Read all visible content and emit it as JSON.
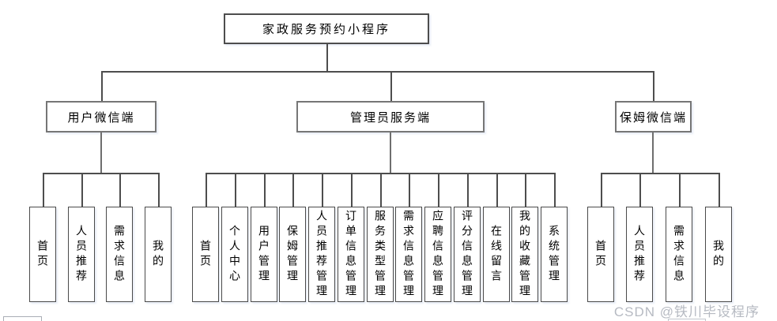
{
  "diagram": {
    "root": {
      "label": "家政服务预约小程序"
    },
    "branches": [
      {
        "label": "用户微信端",
        "children": [
          "首页",
          "人员推荐",
          "需求信息",
          "我的"
        ]
      },
      {
        "label": "管理员服务端",
        "children": [
          "首页",
          "个人中心",
          "用户管理",
          "保姆管理",
          "人员推荐管理",
          "订单信息管理",
          "服务类型管理",
          "需求信息管理",
          "应聘信息管理",
          "评分信息管理",
          "在线留言",
          "我的收藏管理",
          "系统管理"
        ]
      },
      {
        "label": "保姆微信端",
        "children": [
          "首页",
          "人员推荐",
          "需求信息",
          "我的"
        ]
      }
    ],
    "watermark": "CSDN @铁川毕设程序",
    "colors": {
      "background": "#ffffff",
      "line": "#4d4d4d",
      "root_border": "#4d4d4d",
      "branch_border": "#767676",
      "leaf_border": "#4a4a4a",
      "text": "#000000",
      "watermark": "#b6bac2"
    }
  }
}
